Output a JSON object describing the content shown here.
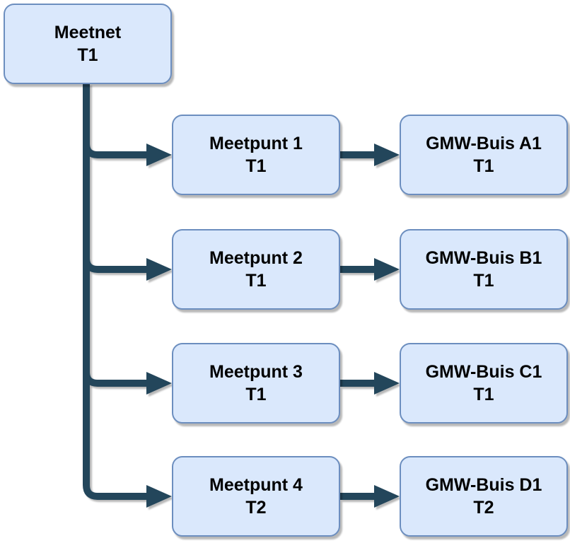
{
  "diagram": {
    "type": "tree",
    "root": {
      "label": "Meetnet",
      "tier": "T1"
    },
    "rows": [
      {
        "meetpunt": {
          "label": "Meetpunt 1",
          "tier": "T1"
        },
        "gmw_buis": {
          "label": "GMW-Buis A1",
          "tier": "T1"
        }
      },
      {
        "meetpunt": {
          "label": "Meetpunt 2",
          "tier": "T1"
        },
        "gmw_buis": {
          "label": "GMW-Buis B1",
          "tier": "T1"
        }
      },
      {
        "meetpunt": {
          "label": "Meetpunt 3",
          "tier": "T1"
        },
        "gmw_buis": {
          "label": "GMW-Buis C1",
          "tier": "T1"
        }
      },
      {
        "meetpunt": {
          "label": "Meetpunt 4",
          "tier": "T2"
        },
        "gmw_buis": {
          "label": "GMW-Buis D1",
          "tier": "T2"
        }
      }
    ],
    "colors": {
      "node_fill": "#dae8fc",
      "node_border": "#6c8ebf",
      "edge": "#23465b",
      "text": "#000000",
      "background": "#ffffff"
    }
  }
}
